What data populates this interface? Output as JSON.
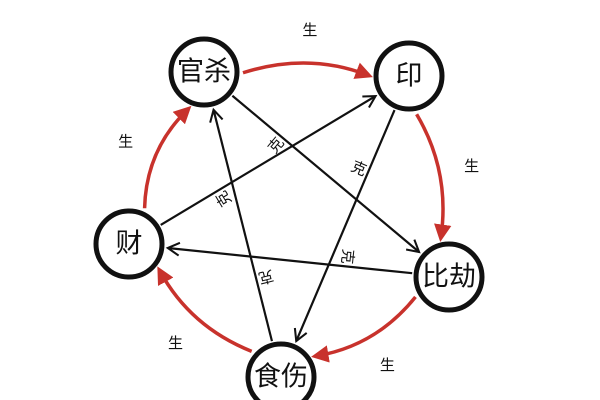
{
  "colors": {
    "generate_arrow": "#c8322c",
    "control_arrow": "#111111",
    "node_border": "#111111"
  },
  "nodes": [
    {
      "id": "guansha",
      "label": "官杀"
    },
    {
      "id": "yin",
      "label": "印"
    },
    {
      "id": "bijie",
      "label": "比劫"
    },
    {
      "id": "shishang",
      "label": "食伤"
    },
    {
      "id": "cai",
      "label": "财"
    }
  ],
  "generating_edges": [
    {
      "from": "guansha",
      "to": "yin",
      "label": "生"
    },
    {
      "from": "yin",
      "to": "bijie",
      "label": "生"
    },
    {
      "from": "bijie",
      "to": "shishang",
      "label": "生"
    },
    {
      "from": "shishang",
      "to": "cai",
      "label": "生"
    },
    {
      "from": "cai",
      "to": "guansha",
      "label": "生"
    }
  ],
  "controlling_edges": [
    {
      "from": "guansha",
      "to": "bijie",
      "label": "克"
    },
    {
      "from": "yin",
      "to": "shishang",
      "label": "克"
    },
    {
      "from": "bijie",
      "to": "cai",
      "label": "克"
    },
    {
      "from": "shishang",
      "to": "guansha",
      "label": "克"
    },
    {
      "from": "cai",
      "to": "yin",
      "label": "克"
    }
  ]
}
